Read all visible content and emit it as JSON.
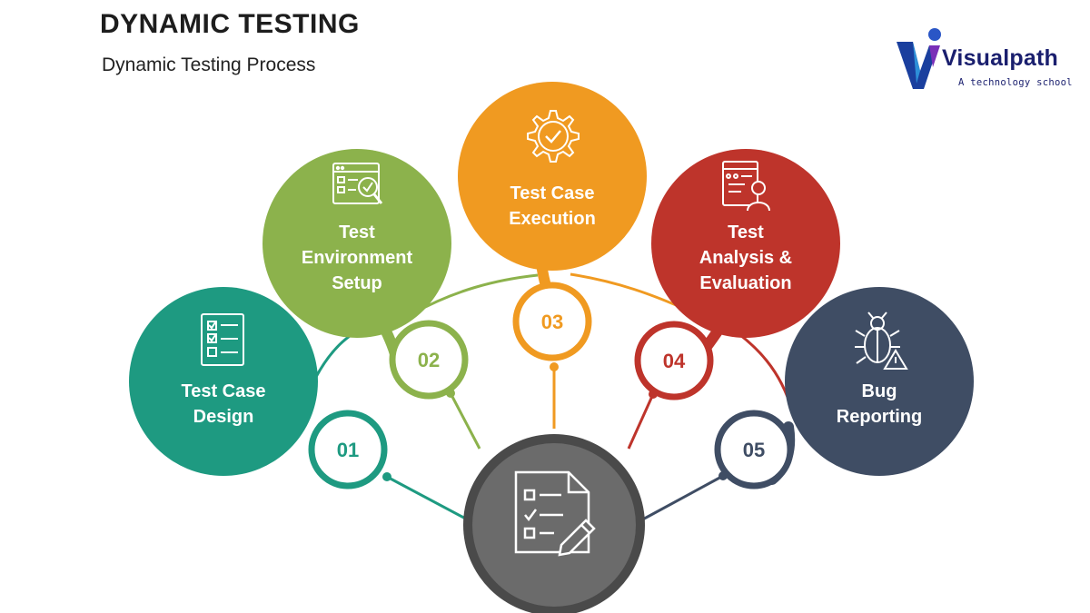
{
  "header": {
    "title": "DYNAMIC TESTING",
    "subtitle": "Dynamic Testing Process"
  },
  "logo": {
    "name": "Visualpath",
    "tagline": "A technology school"
  },
  "steps": [
    {
      "number": "01",
      "line1": "Test Case",
      "line2": "Design",
      "line3": "",
      "color": "#1e9a81",
      "icon": "checklist-icon"
    },
    {
      "number": "02",
      "line1": "Test",
      "line2": "Environment",
      "line3": "Setup",
      "color": "#8cb24c",
      "icon": "browser-search-icon"
    },
    {
      "number": "03",
      "line1": "Test Case",
      "line2": "Execution",
      "line3": "",
      "color": "#f09a21",
      "icon": "gear-check-icon"
    },
    {
      "number": "04",
      "line1": "Test",
      "line2": "Analysis &",
      "line3": "Evaluation",
      "color": "#be342b",
      "icon": "analyst-report-icon"
    },
    {
      "number": "05",
      "line1": "Bug",
      "line2": "Reporting",
      "line3": "",
      "color": "#3f4d64",
      "icon": "bug-warning-icon"
    }
  ],
  "hub": {
    "color": "#6b6b6b",
    "icon": "document-edit-icon"
  }
}
